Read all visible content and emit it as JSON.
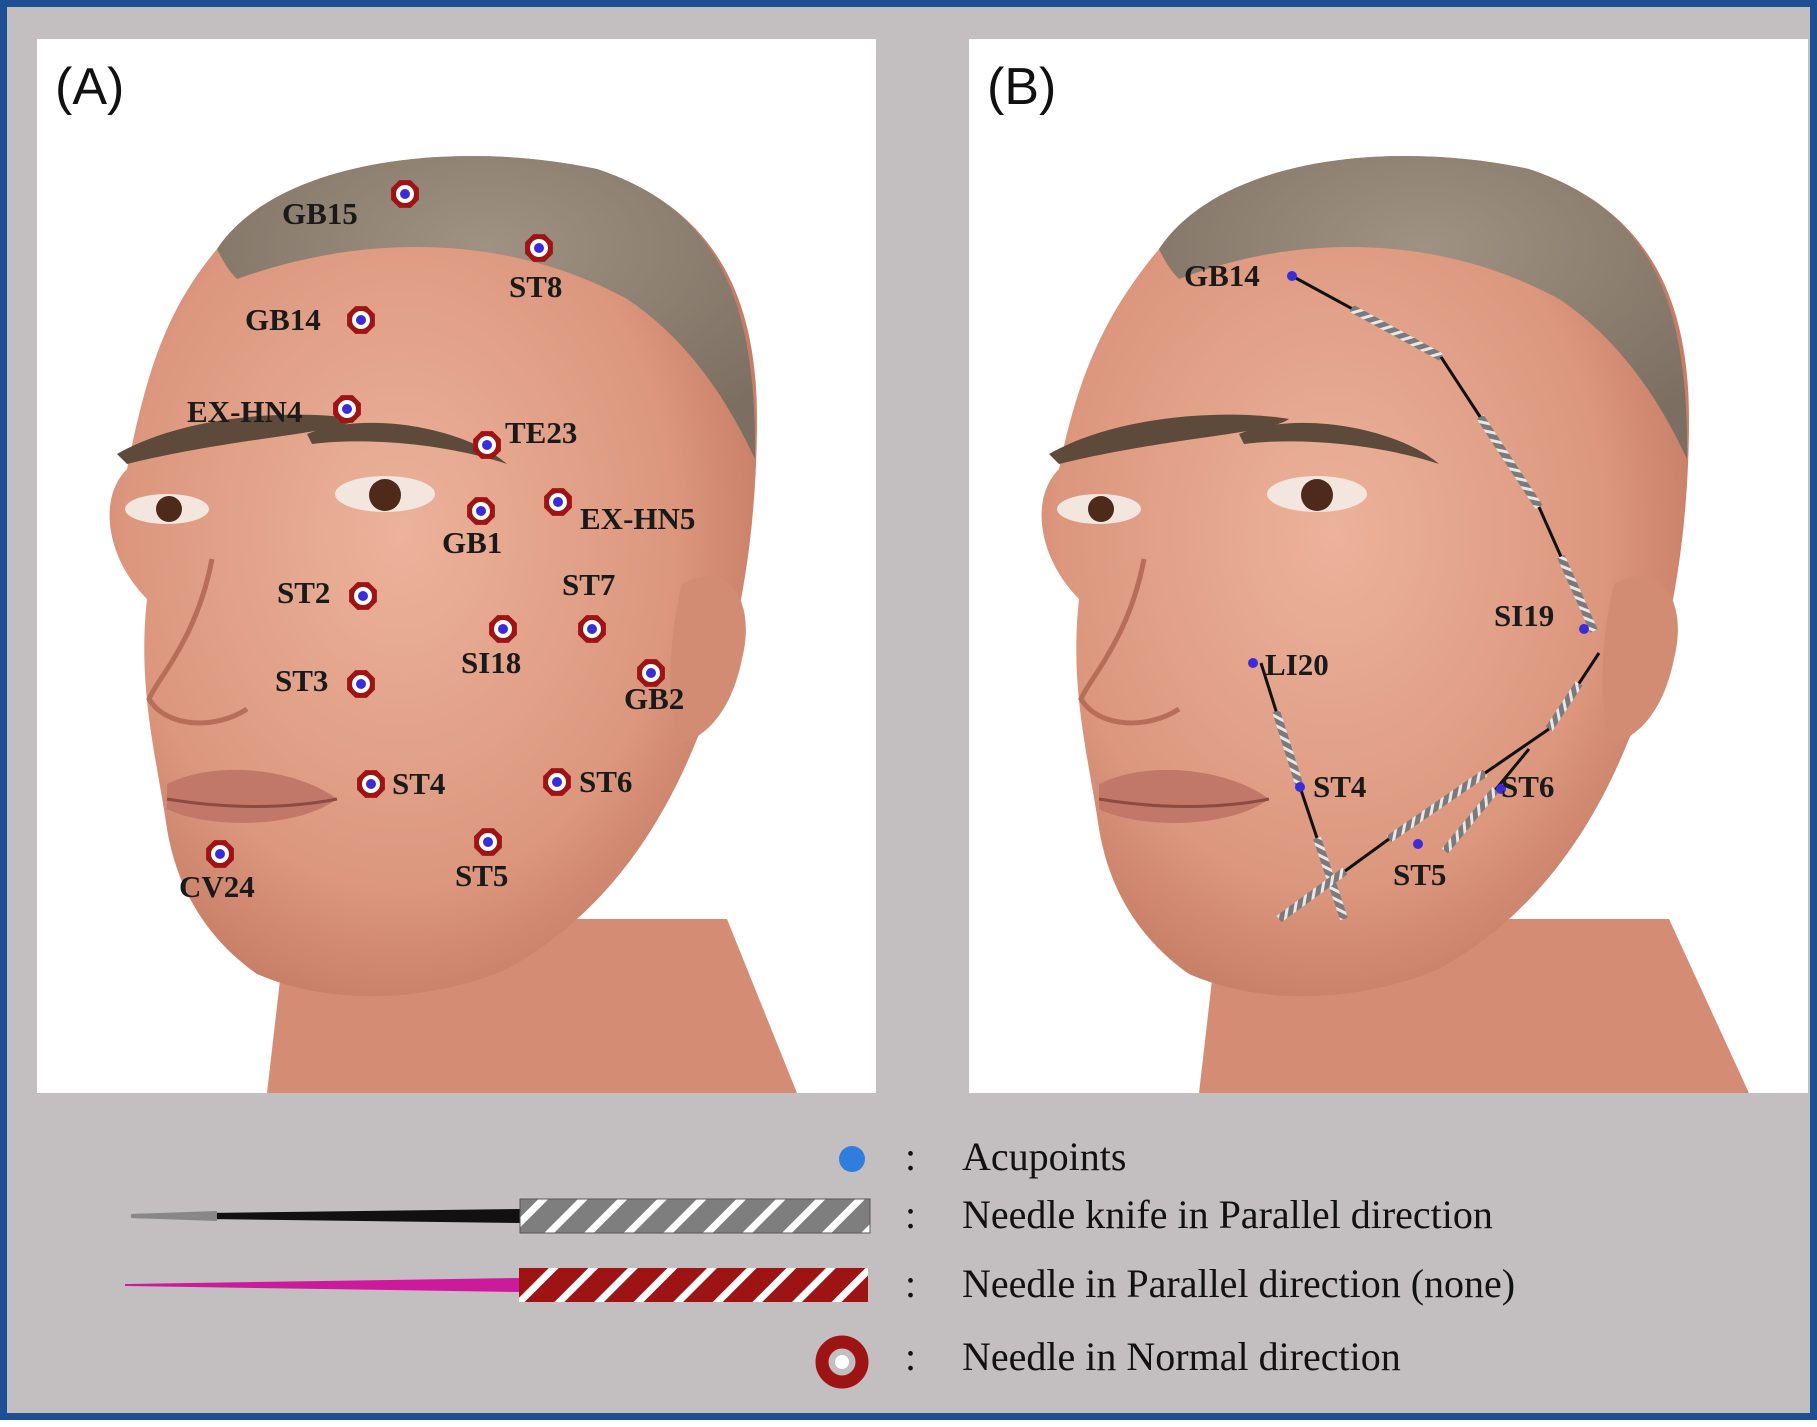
{
  "panel_a": {
    "label": "(A)",
    "points": [
      {
        "name": "GB15"
      },
      {
        "name": "ST8"
      },
      {
        "name": "GB14"
      },
      {
        "name": "EX-HN4"
      },
      {
        "name": "TE23"
      },
      {
        "name": "GB1"
      },
      {
        "name": "EX-HN5"
      },
      {
        "name": "ST2"
      },
      {
        "name": "ST7"
      },
      {
        "name": "SI18"
      },
      {
        "name": "ST3"
      },
      {
        "name": "GB2"
      },
      {
        "name": "ST4"
      },
      {
        "name": "ST6"
      },
      {
        "name": "ST5"
      },
      {
        "name": "CV24"
      }
    ]
  },
  "panel_b": {
    "label": "(B)",
    "points": [
      {
        "name": "GB14"
      },
      {
        "name": "SI19"
      },
      {
        "name": "LI20"
      },
      {
        "name": "ST4"
      },
      {
        "name": "ST6"
      },
      {
        "name": "ST5"
      }
    ]
  },
  "legend": {
    "items": [
      {
        "symbol": "acupoint-dot",
        "colon": ":",
        "text": "Acupoints"
      },
      {
        "symbol": "needle-knife-parallel",
        "colon": ":",
        "text": "Needle knife in Parallel direction"
      },
      {
        "symbol": "needle-parallel",
        "colon": ":",
        "text": "Needle in Parallel direction (none)"
      },
      {
        "symbol": "needle-normal",
        "colon": ":",
        "text": "Needle in Normal direction"
      }
    ]
  },
  "colors": {
    "frame_border": "#1c4f93",
    "background": "#c3bebf",
    "skin": "#dd9a82",
    "hair": "#8f8070",
    "needle_ring": "#9e1414",
    "acupoint_dot": "#3a2cd8",
    "legend_dot": "#2f7ddc",
    "knife_grey": "#7e7e7e",
    "needle_magenta": "#cc1a9c"
  }
}
